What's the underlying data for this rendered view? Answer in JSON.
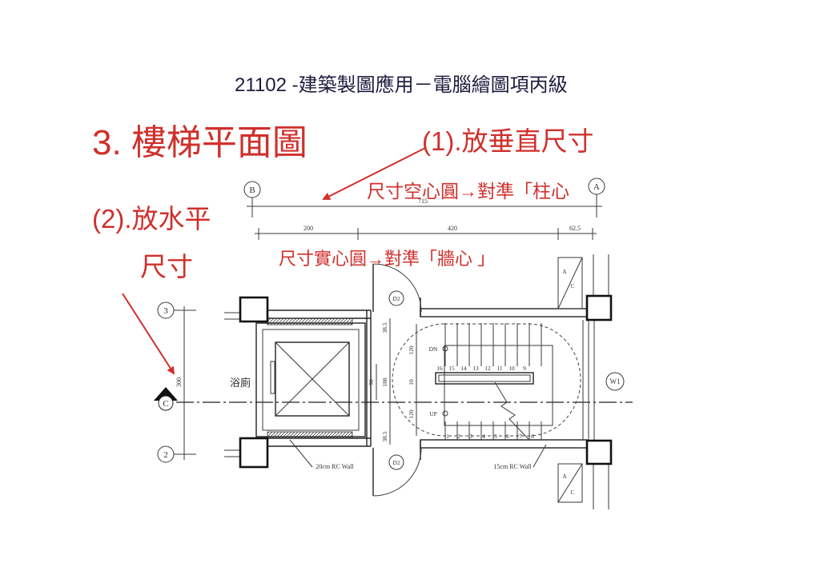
{
  "slide": {
    "header": "21102 -建築製圖應用－電腦繪圖項丙級",
    "title": "3. 樓梯平面圖",
    "step1": "(1).放垂直尺寸",
    "step1_note": "尺寸空心圓→對準「柱心",
    "step2_line1": "(2).放水平",
    "step2_line2": "尺寸",
    "step2_note": "尺寸實心圓→對準「牆心 」"
  },
  "colors": {
    "accent": "#d0302c",
    "header_text": "#1d1d3f",
    "drawing_ink": "#3a3a3a"
  },
  "drawing": {
    "bubbles": {
      "b": "B",
      "a": "A",
      "row3": "3",
      "row_c": "C",
      "row2": "2",
      "w1": "W1"
    },
    "dimensions": {
      "overall": "715",
      "seg1": "200",
      "seg2": "420",
      "seg3": "62.5",
      "vertical": "300",
      "d_top": "38.5",
      "d_upper": "120",
      "d_mid_a": "90",
      "d_mid_b": "188",
      "d_mid_c": "10",
      "d_lower": "120",
      "d_bottom": "38.5"
    },
    "doors": [
      "D2",
      "D2"
    ],
    "stair": {
      "dn": "DN",
      "up": "UP",
      "upper_treads": [
        "16",
        "15",
        "14",
        "13",
        "12",
        "11",
        "10",
        "9"
      ],
      "lower_treads": [
        "1",
        "2",
        "3",
        "4",
        "5",
        "6",
        "7",
        "8"
      ]
    },
    "room_label": "浴廁",
    "wall_notes": [
      "20cm RC Wall",
      "15cm RC Wall"
    ],
    "ac_tags": [
      {
        "a": "A",
        "c": "C"
      },
      {
        "a": "A",
        "c": "C"
      }
    ]
  }
}
